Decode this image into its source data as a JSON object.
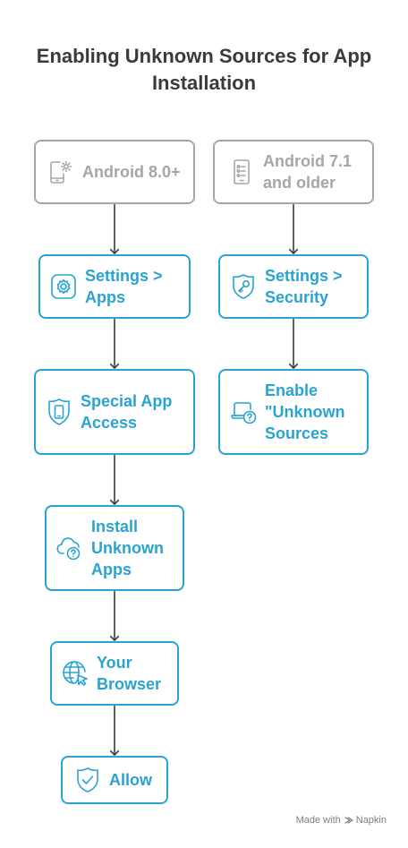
{
  "title": {
    "line1": "Enabling Unknown Sources for App",
    "line2": "Installation"
  },
  "nodes": {
    "android8": {
      "label": "Android 8.0+",
      "icon": "phone-gear-icon"
    },
    "android71": {
      "label_line1": "Android 7.1",
      "label_line2": "and older",
      "icon": "phone-list-icon"
    },
    "settings_apps": {
      "label_line1": "Settings >",
      "label_line2": "Apps",
      "icon": "gear-icon"
    },
    "settings_security": {
      "label_line1": "Settings >",
      "label_line2": "Security",
      "icon": "shield-key-icon"
    },
    "special_app_access": {
      "label_line1": "Special App",
      "label_line2": "Access",
      "icon": "shield-phone-icon"
    },
    "enable_unknown_sources": {
      "label_line1": "Enable",
      "label_line2": "\"Unknown",
      "label_line3": "Sources",
      "icon": "laptop-question-icon"
    },
    "install_unknown_apps": {
      "label_line1": "Install",
      "label_line2": "Unknown",
      "label_line3": "Apps",
      "icon": "cloud-question-icon"
    },
    "your_browser": {
      "label_line1": "Your",
      "label_line2": "Browser",
      "icon": "globe-cursor-icon"
    },
    "allow": {
      "label": "Allow",
      "icon": "shield-check-icon"
    }
  },
  "colors": {
    "accent": "#29a3d1",
    "muted": "#a6a6a6",
    "title": "#3a3a3a",
    "arrow": "#3a3a3a"
  },
  "footer": {
    "made_with": "Made with",
    "brand": "Napkin"
  }
}
